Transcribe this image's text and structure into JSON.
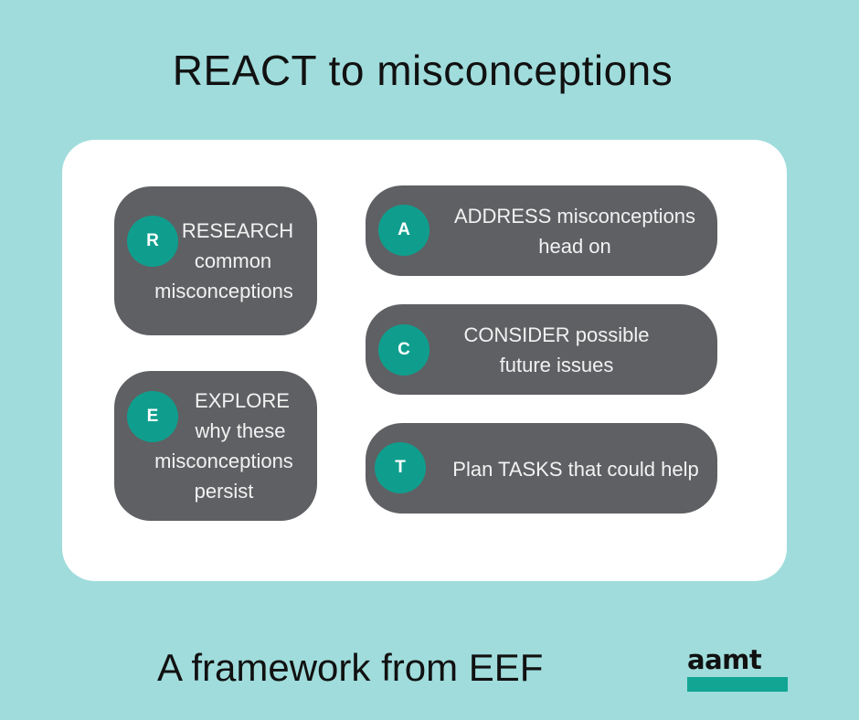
{
  "title": "REACT to misconceptions",
  "items": {
    "r": {
      "letter": "R",
      "line1": "RESEARCH",
      "line2": "common",
      "line3": "misconceptions"
    },
    "a": {
      "letter": "A",
      "line1": "ADDRESS misconceptions",
      "line2": "head on"
    },
    "c": {
      "letter": "C",
      "line1": "CONSIDER possible",
      "line2": "future issues"
    },
    "e": {
      "letter": "E",
      "line1": "EXPLORE",
      "line2": "why these",
      "line3": "misconceptions",
      "line4": "persist"
    },
    "t": {
      "letter": "T",
      "line1": "Plan TASKS that could help"
    }
  },
  "footer": "A framework from EEF",
  "logo": {
    "text": "aamt"
  },
  "colors": {
    "background": "#a0dcdc",
    "pill": "#5f6063",
    "badge": "#0f9e8e",
    "logo_bar": "#12a594"
  }
}
